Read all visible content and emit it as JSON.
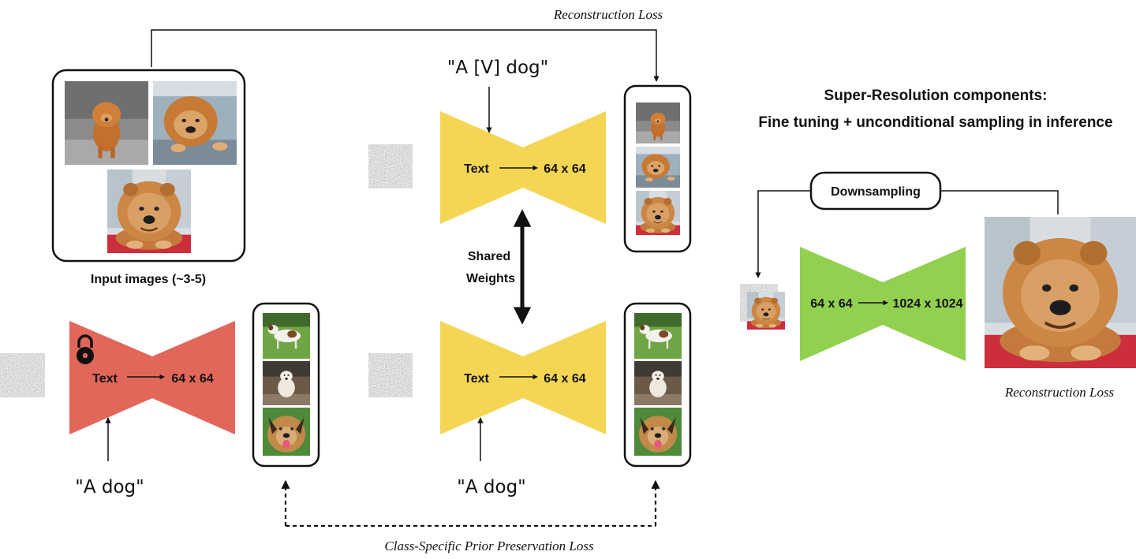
{
  "losses": {
    "reconstruction_top": "Reconstruction Loss",
    "reconstruction_right": "Reconstruction Loss",
    "prior_preservation": "Class-Specific Prior Preservation Loss"
  },
  "prompts": {
    "subject": "\"A [V] dog\"",
    "class_left": "\"A dog\"",
    "class_mid": "\"A dog\""
  },
  "models": {
    "frozen": {
      "input": "Text",
      "output": "64 x 64",
      "color": "#e0675a"
    },
    "finetune_top": {
      "input": "Text",
      "output": "64 x 64",
      "color": "#f5d654"
    },
    "finetune_bottom": {
      "input": "Text",
      "output": "64 x 64",
      "color": "#f5d654"
    },
    "super_resolution": {
      "input": "64 x 64",
      "output": "1024 x 1024",
      "color": "#92d050"
    }
  },
  "labels": {
    "input_images": "Input images (~3-5)",
    "shared_weights_line1": "Shared",
    "shared_weights_line2": "Weights",
    "sr_title_line1": "Super-Resolution components:",
    "sr_title_line2": "Fine tuning + unconditional sampling in inference",
    "downsampling": "Downsampling"
  },
  "icons": {
    "frozen_model": "lock-icon",
    "noise": "noise-image"
  }
}
